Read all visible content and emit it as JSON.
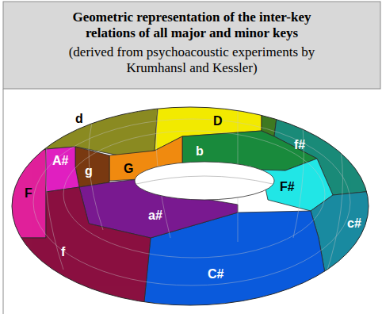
{
  "diagram": {
    "title": "Geometric representation of the inter-key relations of all major and minor keys",
    "labels": [
      "(derived from psychoacoustic experiments by Krumhansl and Kessler)",
      "d",
      "D",
      "f#",
      "b",
      "A#",
      "g",
      "G",
      "F#",
      "F",
      "a#",
      "c#",
      "f",
      "C#"
    ]
  }
}
